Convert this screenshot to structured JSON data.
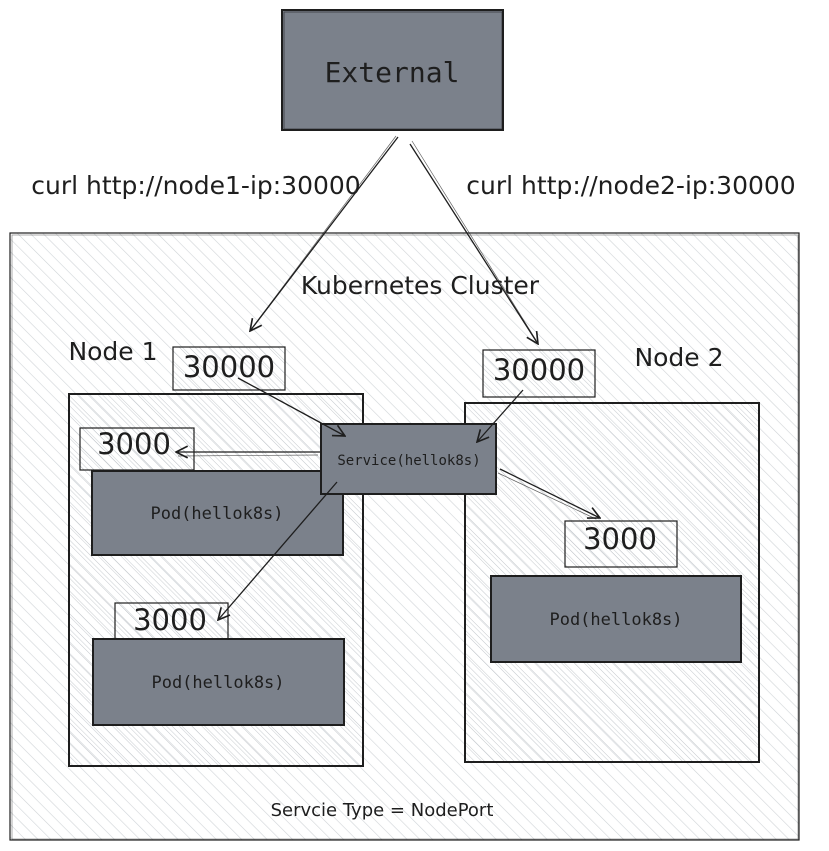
{
  "external": {
    "label": "External"
  },
  "curl": {
    "node1": "curl http://node1-ip:30000",
    "node2": "curl http://node2-ip:30000"
  },
  "cluster": {
    "title": "Kubernetes Cluster",
    "footer": "Servcie Type = NodePort"
  },
  "node1": {
    "label": "Node 1",
    "node_port": "30000",
    "pods": [
      {
        "port": "3000",
        "label": "Pod(hellok8s)"
      },
      {
        "port": "3000",
        "label": "Pod(hellok8s)"
      }
    ]
  },
  "node2": {
    "label": "Node 2",
    "node_port": "30000",
    "pods": [
      {
        "port": "3000",
        "label": "Pod(hellok8s)"
      }
    ]
  },
  "service": {
    "label": "Service(hellok8s)"
  },
  "colors": {
    "box_fill": "#7b818b",
    "stroke": "#1e1e1e",
    "hatch": "#cfd3d7",
    "port_fill": "#e2e4e7"
  }
}
